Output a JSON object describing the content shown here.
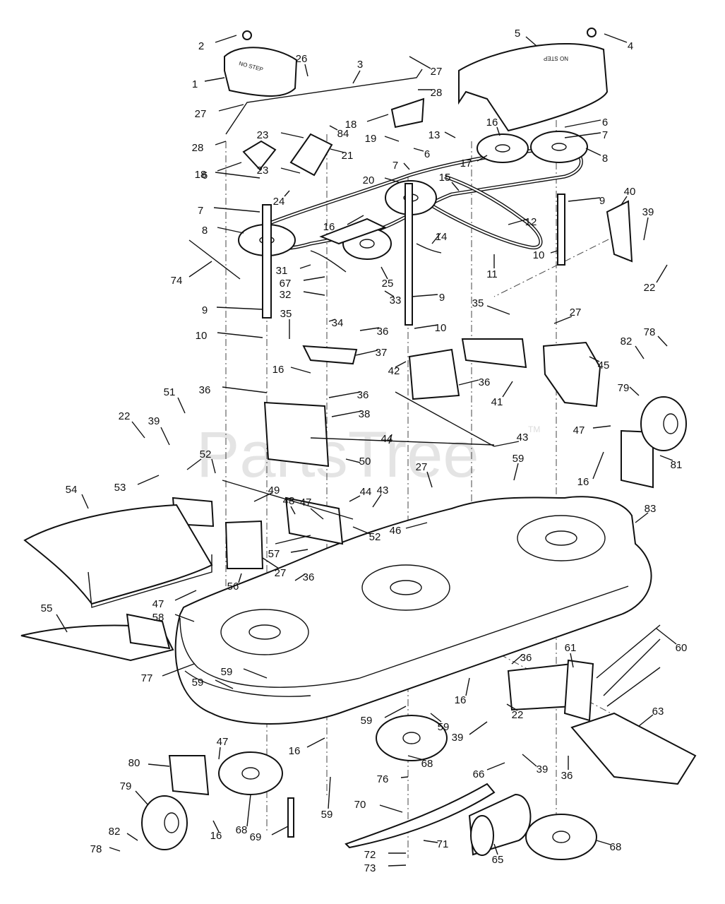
{
  "watermark": {
    "text": "PartsTree",
    "tm": "TM"
  },
  "cover_text": "NO STEP",
  "callouts": {
    "1": "1",
    "2": "2",
    "3": "3",
    "4": "4",
    "5": "5",
    "6": "6",
    "7": "7",
    "8": "8",
    "9": "9",
    "10": "10",
    "11": "11",
    "12": "12",
    "13": "13",
    "14": "14",
    "15": "15",
    "16": "16",
    "17": "17",
    "18": "18",
    "19": "19",
    "20": "20",
    "21": "21",
    "22": "22",
    "23": "23",
    "24": "24",
    "25": "25",
    "26": "26",
    "27": "27",
    "28": "28",
    "31": "31",
    "32": "32",
    "33": "33",
    "34": "34",
    "35": "35",
    "36": "36",
    "37": "37",
    "38": "38",
    "39": "39",
    "40": "40",
    "41": "41",
    "42": "42",
    "43": "43",
    "44": "44",
    "45": "45",
    "46": "46",
    "47": "47",
    "48": "48",
    "49": "49",
    "50": "50",
    "51": "51",
    "52": "52",
    "53": "53",
    "54": "54",
    "55": "55",
    "56": "56",
    "57": "57",
    "58": "58",
    "59": "59",
    "60": "60",
    "61": "61",
    "63": "63",
    "65": "65",
    "66": "66",
    "67": "67",
    "68": "68",
    "69": "69",
    "70": "70",
    "71": "71",
    "72": "72",
    "73": "73",
    "74": "74",
    "76": "76",
    "77": "77",
    "78": "78",
    "79": "79",
    "80": "80",
    "81": "81",
    "82": "82",
    "83": "83",
    "84": "84"
  }
}
